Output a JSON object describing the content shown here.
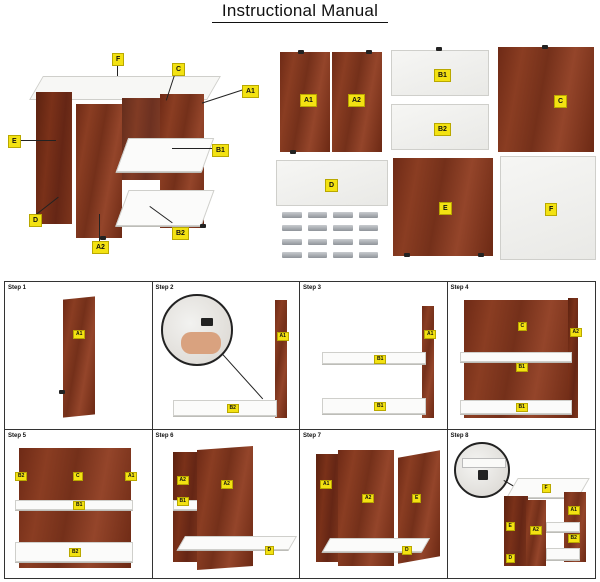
{
  "title": "Instructional Manual",
  "overview_tags": [
    "F",
    "C",
    "A1",
    "E",
    "B1",
    "D",
    "B2",
    "A2"
  ],
  "parts": [
    {
      "id": "A1"
    },
    {
      "id": "A2"
    },
    {
      "id": "B1"
    },
    {
      "id": "C"
    },
    {
      "id": "B2"
    },
    {
      "id": "D"
    },
    {
      "id": "E"
    },
    {
      "id": "F"
    }
  ],
  "steps": [
    {
      "label": "Step 1",
      "tags": [
        "A1"
      ]
    },
    {
      "label": "Step 2",
      "tags": [
        "A1",
        "B2"
      ]
    },
    {
      "label": "Step 3",
      "tags": [
        "B1",
        "B1",
        "A1"
      ]
    },
    {
      "label": "Step 4",
      "tags": [
        "C",
        "A2",
        "B1",
        "B1"
      ]
    },
    {
      "label": "Step 5",
      "tags": [
        "C",
        "B2",
        "A1",
        "B1",
        "B2"
      ]
    },
    {
      "label": "Step 6",
      "tags": [
        "A2",
        "B1",
        "A2",
        "D"
      ]
    },
    {
      "label": "Step 7",
      "tags": [
        "A1",
        "A2",
        "E",
        "D"
      ]
    },
    {
      "label": "Step 8",
      "tags": [
        "F",
        "E",
        "A1",
        "A2",
        "B2",
        "D"
      ]
    }
  ]
}
